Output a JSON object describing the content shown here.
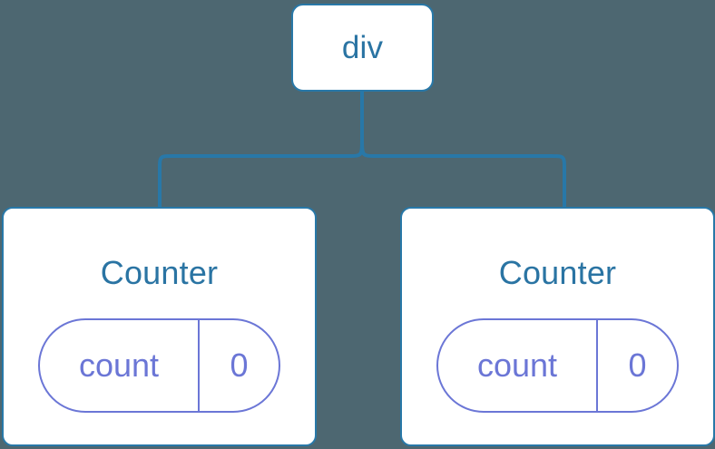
{
  "diagram": {
    "type": "component-tree",
    "background_color": "#4d6771",
    "node_border_color": "#2878a8",
    "node_text_color": "#2a74a3",
    "state_color": "#6b76d6",
    "connector_color": "#2878a8",
    "root": {
      "label": "div"
    },
    "children": [
      {
        "title": "Counter",
        "state": {
          "key": "count",
          "value": "0"
        }
      },
      {
        "title": "Counter",
        "state": {
          "key": "count",
          "value": "0"
        }
      }
    ]
  }
}
